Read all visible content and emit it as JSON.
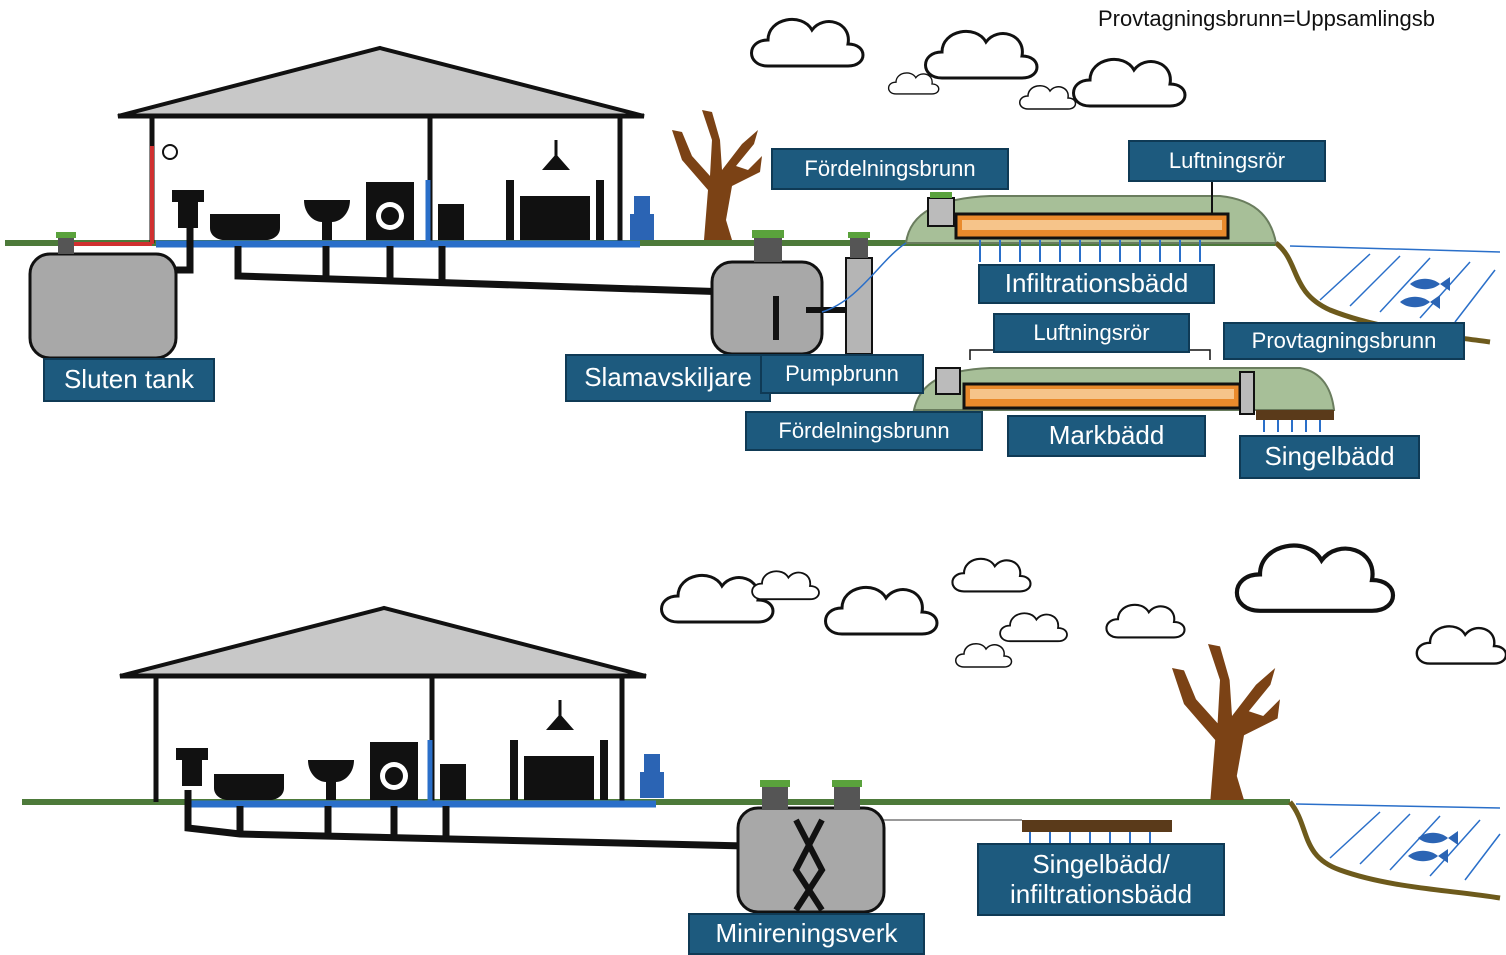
{
  "note": "Provtagningsbrunn=Uppsamlingsb",
  "top_system": {
    "sluten_tank": "Sluten tank",
    "slamavskiljare": "Slamavskiljare",
    "pumpbrunn": "Pumpbrunn",
    "fordelningsbrunn_upper": "Fördelningsbrunn",
    "luftningsror_upper": "Luftningsrör",
    "infiltrationsbadd": "Infiltrationsbädd",
    "luftningsror_lower": "Luftningsrör",
    "provtagningsbrunn": "Provtagningsbrunn",
    "fordelningsbrunn_lower": "Fördelningsbrunn",
    "markbadd": "Markbädd",
    "singelbadd": "Singelbädd"
  },
  "bottom_system": {
    "minireningsverk": "Minireningsverk",
    "singelbadd_line1": "Singelbädd/",
    "singelbadd_line2": "infiltrationsbädd"
  },
  "colors": {
    "label_bg": "#1d5a7e",
    "ground": "#4d7a3a",
    "water_pipe": "#2a6fc9",
    "waste_pipe": "#111111",
    "tank": "#a8a8a8",
    "bed_fill": "#e98a2c",
    "mound": "#a7bf98",
    "tree": "#7b4215",
    "lake_line": "#6d5a1c"
  }
}
